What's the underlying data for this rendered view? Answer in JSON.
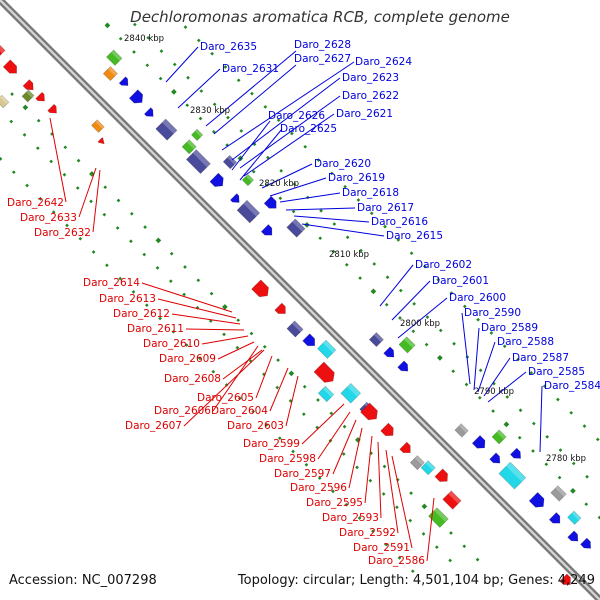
{
  "title": "Dechloromonas aromatica RCB, complete genome",
  "footer": {
    "accession": "Accession: NC_007298",
    "topology": "Topology: circular; Length: 4,501,104 bp; Genes: 4,249"
  },
  "colors": {
    "forward_label": "#0000dd",
    "reverse_label": "#dd0000",
    "forward_gene": "#1010e0",
    "reverse_gene": "#ee1010",
    "backbone": "#888888",
    "tick": "#228822",
    "cog_navy": "#4a4a9a",
    "cog_cyan": "#22d8e8",
    "cog_green": "#44bb22",
    "cog_orange": "#f08a10",
    "cog_grey": "#9a9a9a",
    "cog_olive": "#6a8a2a",
    "cog_tan": "#d8c890",
    "cog_lime": "#88dd22"
  },
  "kbp_labels": [
    "2840 kbp",
    "2830 kbp",
    "2820 kbp",
    "2810 kbp",
    "2800 kbp",
    "2790 kbp",
    "2780 kbp"
  ],
  "forward_labels": [
    "Daro_2635",
    "Daro_2631",
    "Daro_2628",
    "Daro_2627",
    "Daro_2624",
    "Daro_2623",
    "Daro_2622",
    "Daro_2621",
    "Daro_2626",
    "Daro_2625",
    "Daro_2620",
    "Daro_2619",
    "Daro_2618",
    "Daro_2617",
    "Daro_2616",
    "Daro_2615",
    "Daro_2602",
    "Daro_2601",
    "Daro_2600",
    "Daro_2590",
    "Daro_2589",
    "Daro_2588",
    "Daro_2587",
    "Daro_2585",
    "Daro_2584"
  ],
  "reverse_labels": [
    "Daro_2642",
    "Daro_2633",
    "Daro_2632",
    "Daro_2614",
    "Daro_2613",
    "Daro_2612",
    "Daro_2611",
    "Daro_2610",
    "Daro_2609",
    "Daro_2608",
    "Daro_2605",
    "Daro_2606",
    "Daro_2604",
    "Daro_2607",
    "Daro_2603",
    "Daro_2599",
    "Daro_2598",
    "Daro_2597",
    "Daro_2596",
    "Daro_2595",
    "Daro_2593",
    "Daro_2592",
    "Daro_2591",
    "Daro_2586"
  ]
}
